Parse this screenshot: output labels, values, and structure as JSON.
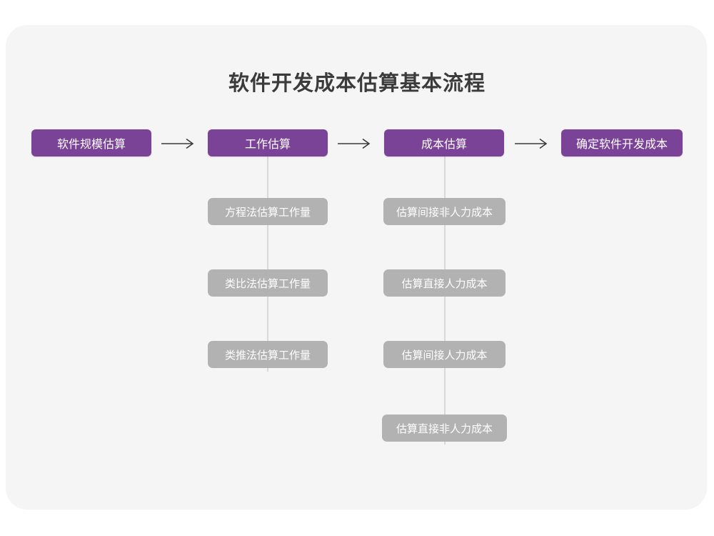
{
  "diagram": {
    "title": "软件开发成本估算基本流程",
    "type": "flowchart",
    "colors": {
      "background": "#ffffff",
      "card": "#f5f5f5",
      "primary_node": "#7b4397",
      "secondary_node": "#b2b2b2",
      "connector": "#d8d8d8",
      "title_text": "#3b3b3b",
      "node_text": "#ffffff",
      "arrow": "#3b3b3b"
    },
    "main_flow": [
      {
        "id": "step1",
        "label": "软件规模估算"
      },
      {
        "id": "step2",
        "label": "工作估算"
      },
      {
        "id": "step3",
        "label": "成本估算"
      },
      {
        "id": "step4",
        "label": "确定软件开发成本"
      }
    ],
    "arrows": [
      {
        "id": "arrow1",
        "glyph": "long-right-arrow-icon"
      },
      {
        "id": "arrow2",
        "glyph": "long-right-arrow-icon"
      },
      {
        "id": "arrow3",
        "glyph": "long-right-arrow-icon"
      }
    ],
    "branches": [
      {
        "parent": "step2",
        "items": [
          {
            "label": "方程法估算工作量"
          },
          {
            "label": "类比法估算工作量"
          },
          {
            "label": "类推法估算工作量"
          }
        ]
      },
      {
        "parent": "step3",
        "items": [
          {
            "label": "估算间接非人力成本"
          },
          {
            "label": "估算直接人力成本"
          },
          {
            "label": "估算间接人力成本"
          },
          {
            "label": "估算直接非人力成本"
          }
        ]
      }
    ]
  }
}
